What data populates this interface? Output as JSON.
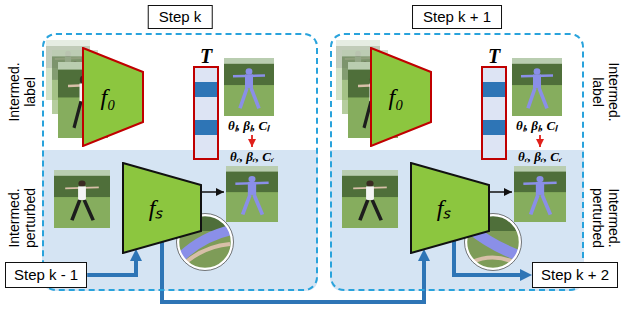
{
  "diagram": {
    "nodes": [
      {
        "text": [
          "Step k"
        ]
      },
      {
        "text": [
          "f₀"
        ],
        "in": 0
      },
      {
        "text": [
          "T"
        ],
        "in": 0
      },
      {
        "text": [
          "fₛ"
        ],
        "in": 0
      },
      {
        "text": [
          "Step k + 1"
        ]
      },
      {
        "text": [
          "f₀"
        ],
        "in": 4
      },
      {
        "text": [
          "T"
        ],
        "in": 4
      },
      {
        "text": [
          "fₛ"
        ],
        "in": 4
      },
      {
        "text": [
          "Step k - 1"
        ]
      },
      {
        "text": [
          "Step k + 2"
        ]
      }
    ],
    "edges": [
      {
        "from": 8,
        "to": 3,
        "arrow": "to"
      },
      {
        "from": 3,
        "to": 7,
        "arrow": "to"
      },
      {
        "from": 7,
        "to": 9,
        "arrow": "to"
      }
    ],
    "labels": [
      "Intermed. label",
      "θₗ, βₗ, Cₗ",
      "Intermed. perturbed",
      "θᵣ, βᵣ, Cᵣ",
      "θₗ, βₗ, Cₗ",
      "Intermed. label",
      "θᵣ, βᵣ, Cᵣ",
      "Intermed. perturbed"
    ]
  }
}
